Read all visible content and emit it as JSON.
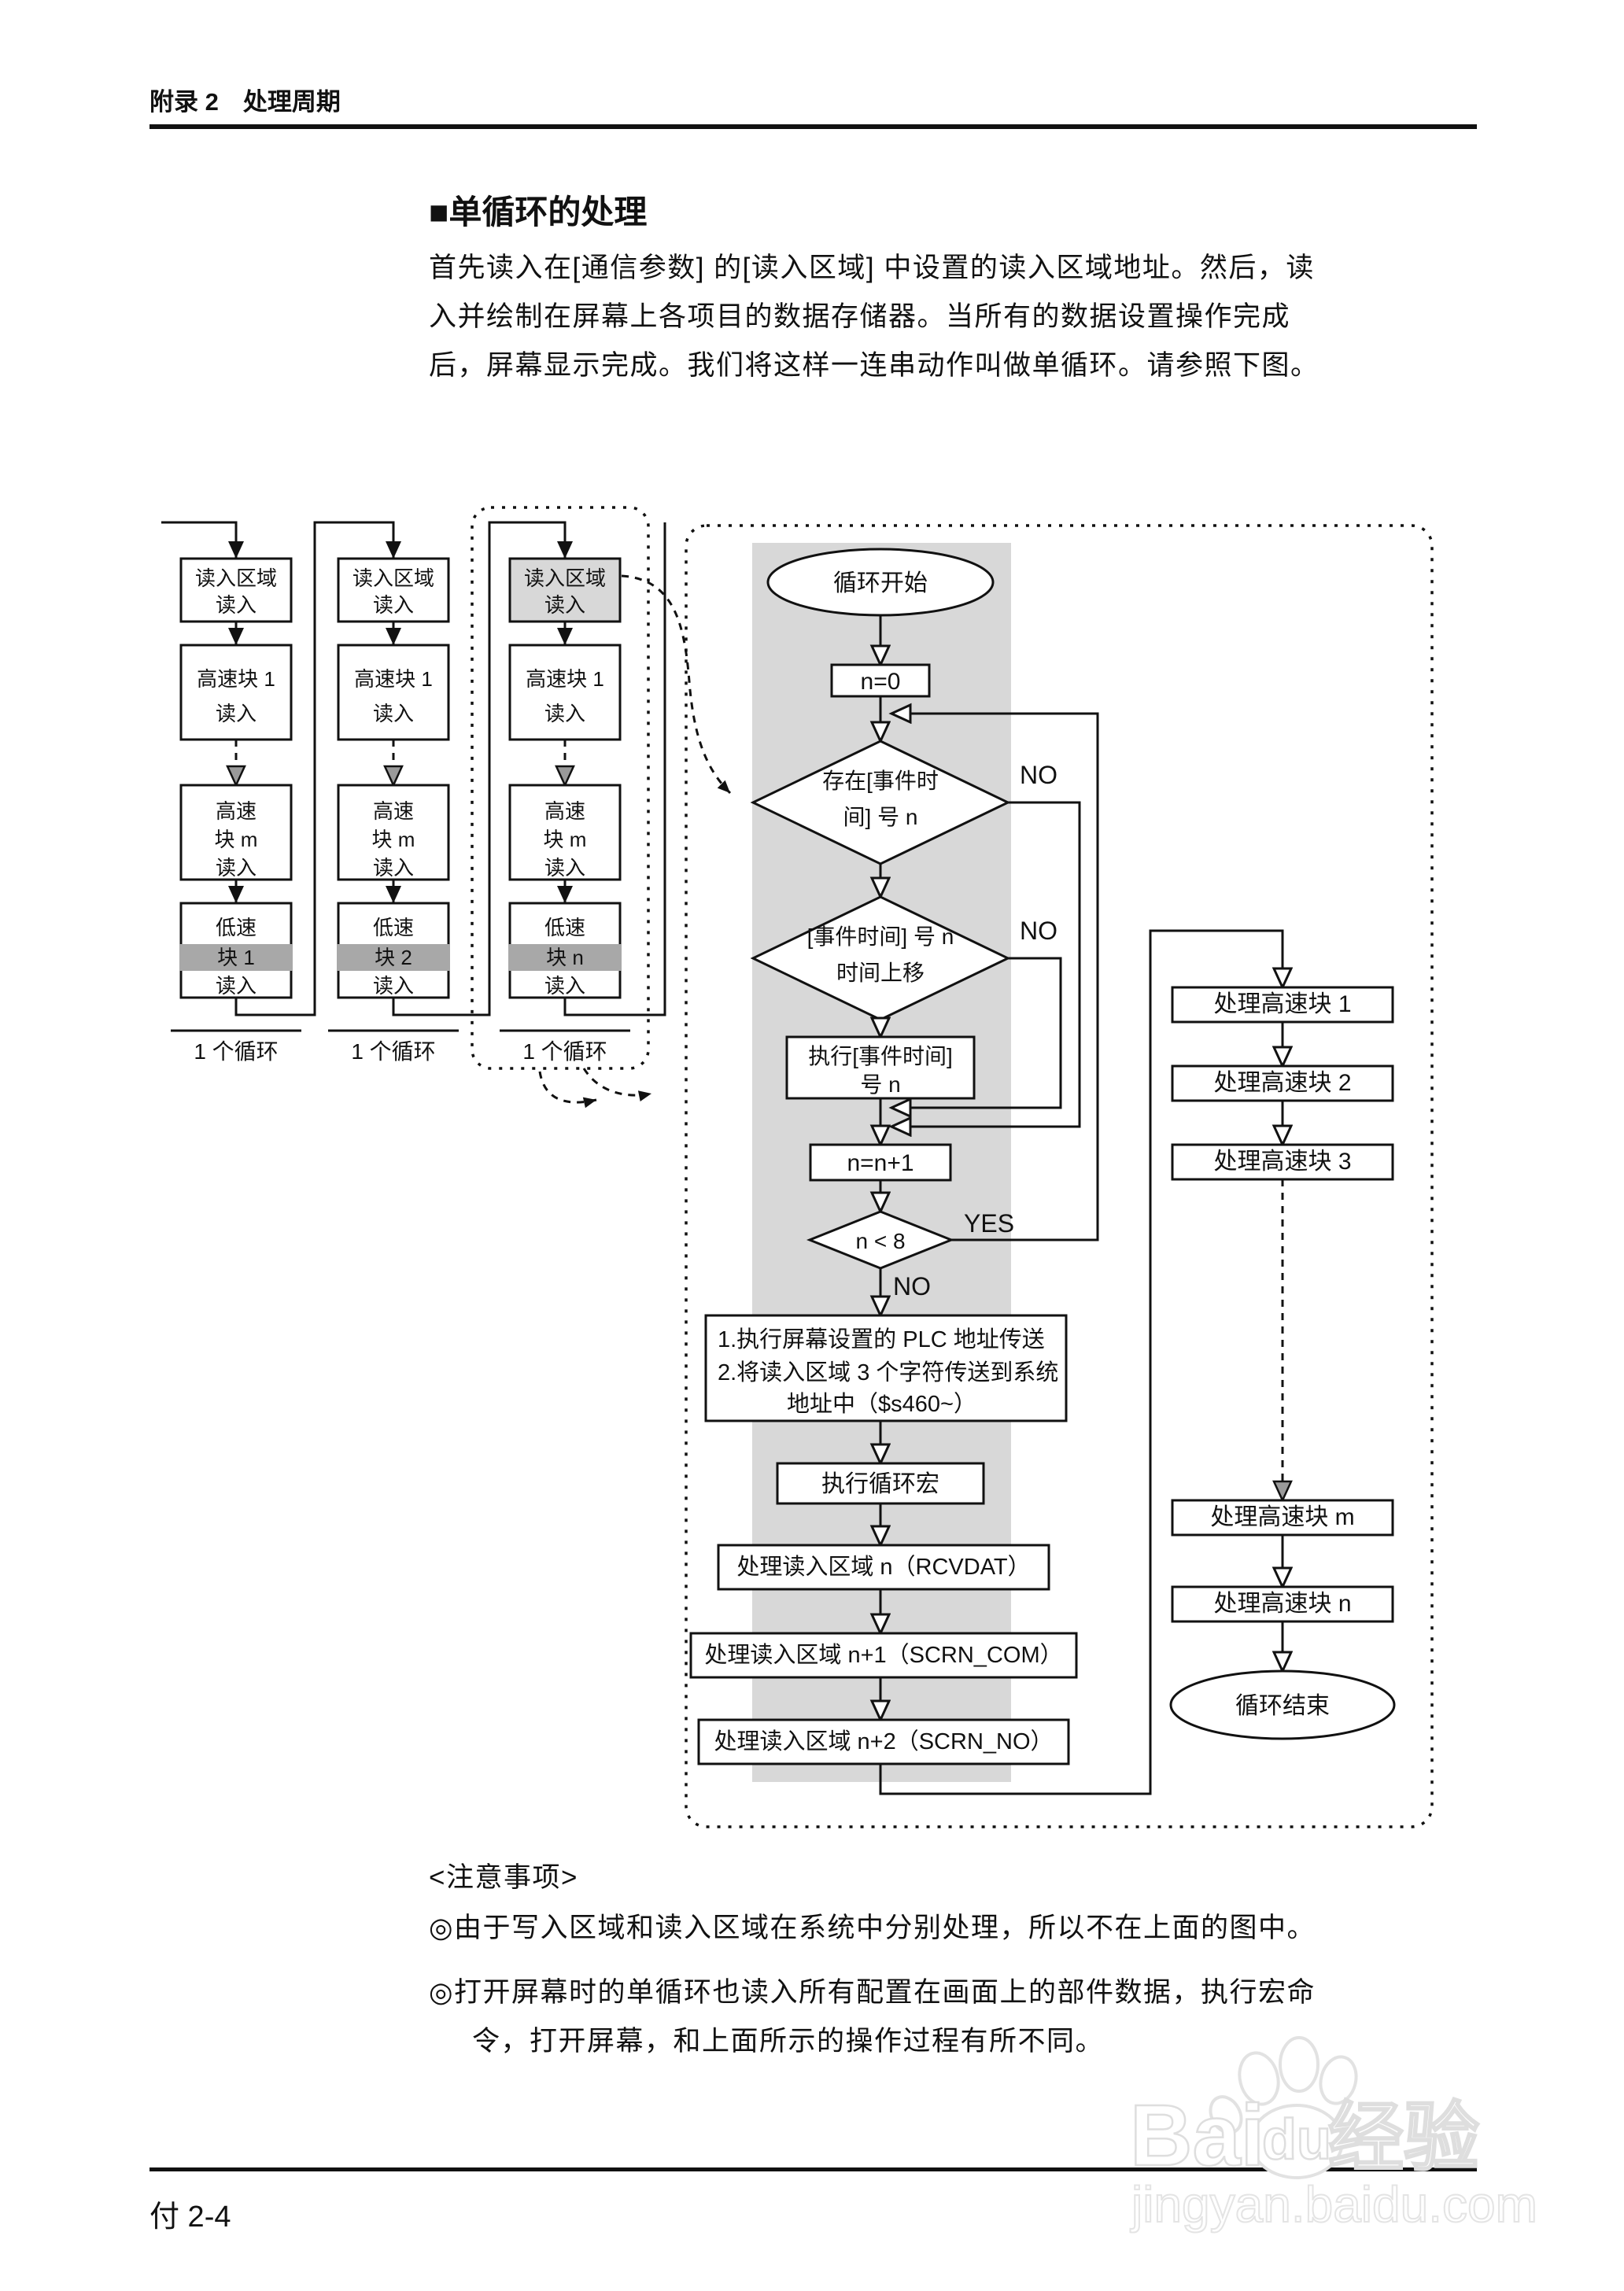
{
  "page": {
    "header": "附录 2　处理周期",
    "section_title": "■单循环的处理",
    "paragraph": [
      "首先读入在[通信参数] 的[读入区域] 中设置的读入区域地址。然后，读",
      "入并绘制在屏幕上各项目的数据存储器。当所有的数据设置操作完成",
      "后，屏幕显示完成。我们将这样一连串动作叫做单循环。请参照下图。"
    ],
    "notes_title": "<注意事项>",
    "note1": "◎由于写入区域和读入区域在系统中分别处理，所以不在上面的图中。",
    "note2_line1": "◎打开屏幕时的单循环也读入所有配置在画面上的部件数据，执行宏命",
    "note2_line2": "令，打开屏幕，和上面所示的操作过程有所不同。",
    "footer_page": "付 2-4",
    "watermark": {
      "brand_bai": "Bai",
      "brand_du": "du",
      "brand_suffix": "经验",
      "site": "jingyan.baidu.com"
    }
  },
  "diagram": {
    "cycle_columns": {
      "read_area": [
        "读入区域",
        "读入"
      ],
      "fast1": [
        "高速块 1",
        "读入"
      ],
      "fastm": [
        "高速",
        "块 m",
        "读入"
      ],
      "slow": [
        [
          "低速",
          "块 1",
          "读入"
        ],
        [
          "低速",
          "块 2",
          "读入"
        ],
        [
          "低速",
          "块 n",
          "读入"
        ]
      ],
      "cycle_label": "1 个循环"
    },
    "flow": {
      "start": "循环开始",
      "n0": "n=0",
      "d1": [
        "存在[事件时",
        "间] 号 n"
      ],
      "d2": [
        "[事件时间] 号 n",
        "时间上移"
      ],
      "exec_event": [
        "执行[事件时间]",
        "号 n"
      ],
      "inc": "n=n+1",
      "d3": "n < 8",
      "yes": "YES",
      "no": "NO",
      "transfer": [
        "1.执行屏幕设置的 PLC 地址传送",
        "2.将读入区域 3 个字符传送到系统",
        "地址中（$s460~）"
      ],
      "macro": "执行循环宏",
      "rcv": "处理读入区域 n（RCVDAT）",
      "scrn_com": "处理读入区域 n+1（SCRN_COM）",
      "scrn_no": "处理读入区域 n+2（SCRN_NO）",
      "hs1": "处理高速块 1",
      "hs2": "处理高速块 2",
      "hs3": "处理高速块 3",
      "hsm": "处理高速块 m",
      "hsn": "处理高速块 n",
      "end": "循环结束"
    }
  }
}
